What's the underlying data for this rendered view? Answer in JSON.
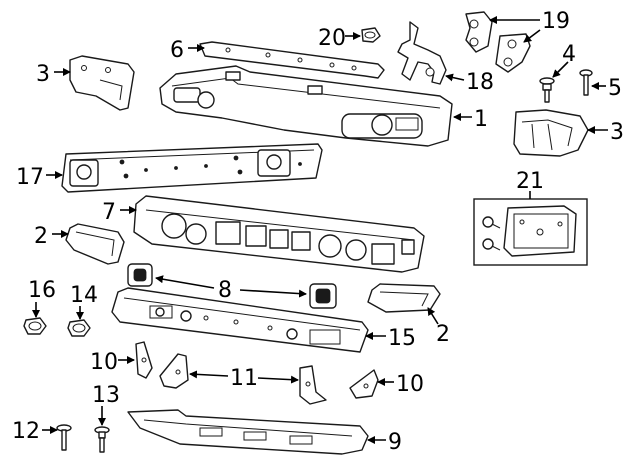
{
  "diagram": {
    "callouts": [
      {
        "id": "c1",
        "label": "1"
      },
      {
        "id": "c2a",
        "label": "2"
      },
      {
        "id": "c2b",
        "label": "2"
      },
      {
        "id": "c3a",
        "label": "3"
      },
      {
        "id": "c3b",
        "label": "3"
      },
      {
        "id": "c4",
        "label": "4"
      },
      {
        "id": "c5",
        "label": "5"
      },
      {
        "id": "c6",
        "label": "6"
      },
      {
        "id": "c7",
        "label": "7"
      },
      {
        "id": "c8",
        "label": "8"
      },
      {
        "id": "c9",
        "label": "9"
      },
      {
        "id": "c10a",
        "label": "10"
      },
      {
        "id": "c10b",
        "label": "10"
      },
      {
        "id": "c11",
        "label": "11"
      },
      {
        "id": "c12",
        "label": "12"
      },
      {
        "id": "c13",
        "label": "13"
      },
      {
        "id": "c14",
        "label": "14"
      },
      {
        "id": "c15",
        "label": "15"
      },
      {
        "id": "c16",
        "label": "16"
      },
      {
        "id": "c17",
        "label": "17"
      },
      {
        "id": "c18",
        "label": "18"
      },
      {
        "id": "c19",
        "label": "19"
      },
      {
        "id": "c20",
        "label": "20"
      },
      {
        "id": "c21",
        "label": "21"
      }
    ]
  }
}
